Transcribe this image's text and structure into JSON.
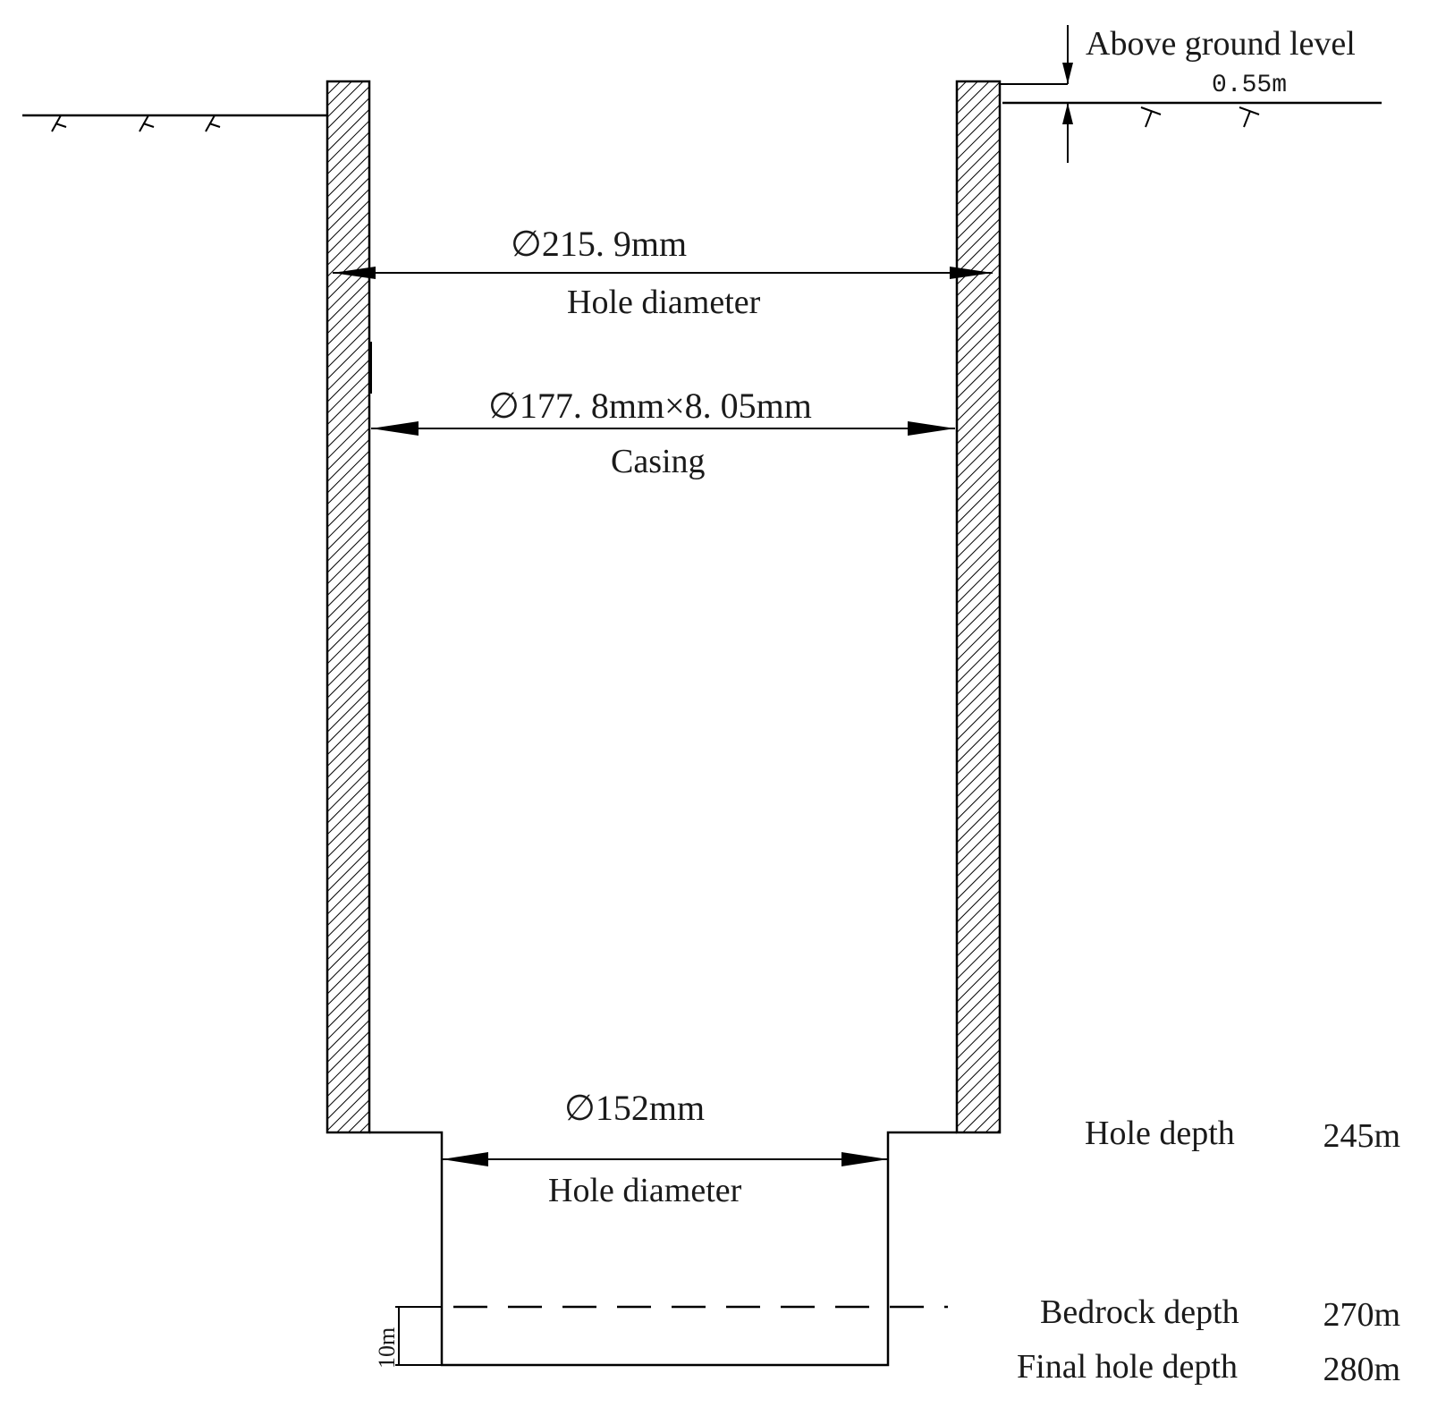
{
  "above_ground": {
    "label": "Above ground level",
    "value": "0.55m"
  },
  "upper_hole": {
    "diameter": "∅215. 9mm",
    "label": "Hole diameter"
  },
  "casing": {
    "size": "∅177. 8mm×8. 05mm",
    "label": "Casing"
  },
  "lower_hole": {
    "diameter": "∅152mm",
    "label": "Hole diameter"
  },
  "offset_label": "10m",
  "depths": [
    {
      "label": "Hole depth",
      "value": "245m"
    },
    {
      "label": "Bedrock depth",
      "value": "270m"
    },
    {
      "label": "Final hole depth",
      "value": "280m"
    }
  ]
}
